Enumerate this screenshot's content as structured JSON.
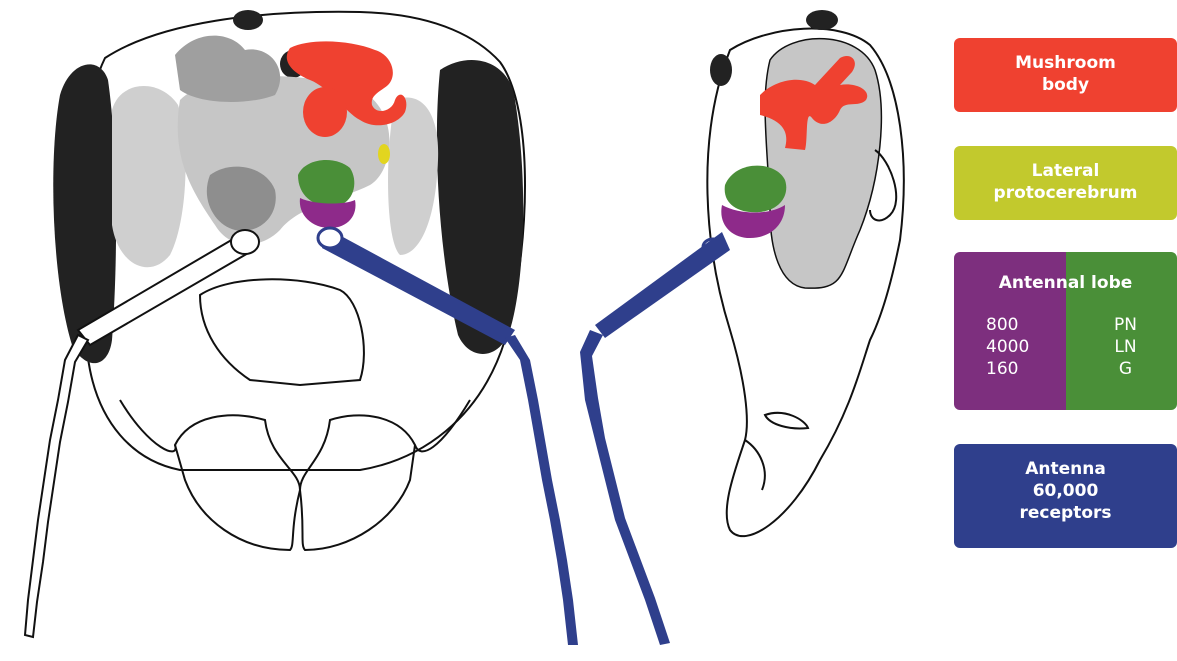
{
  "colors": {
    "mushroom_body": "#ef4130",
    "lateral_protocerebrum": "#c2c92d",
    "antennal_lobe_left": "#7d2f7e",
    "antennal_lobe_right": "#4a8f38",
    "antenna": "#2f3f8c",
    "brain_gray": "#c8c8c8",
    "eye_black": "#222222"
  },
  "legend": {
    "mushroom_body": {
      "line1": "Mushroom",
      "line2": "body"
    },
    "lateral_protocerebrum": {
      "line1": "Lateral",
      "line2": "protocerebrum"
    },
    "antennal_lobe": {
      "title": "Antennal lobe",
      "left_values": [
        "800",
        "4000",
        "160"
      ],
      "right_labels": [
        "PN",
        "LN",
        "G"
      ]
    },
    "antenna": {
      "line1": "Antenna",
      "line2": "60,000",
      "line3": "receptors"
    }
  },
  "icons": [
    "ant-head-front-view",
    "ant-head-side-view"
  ]
}
